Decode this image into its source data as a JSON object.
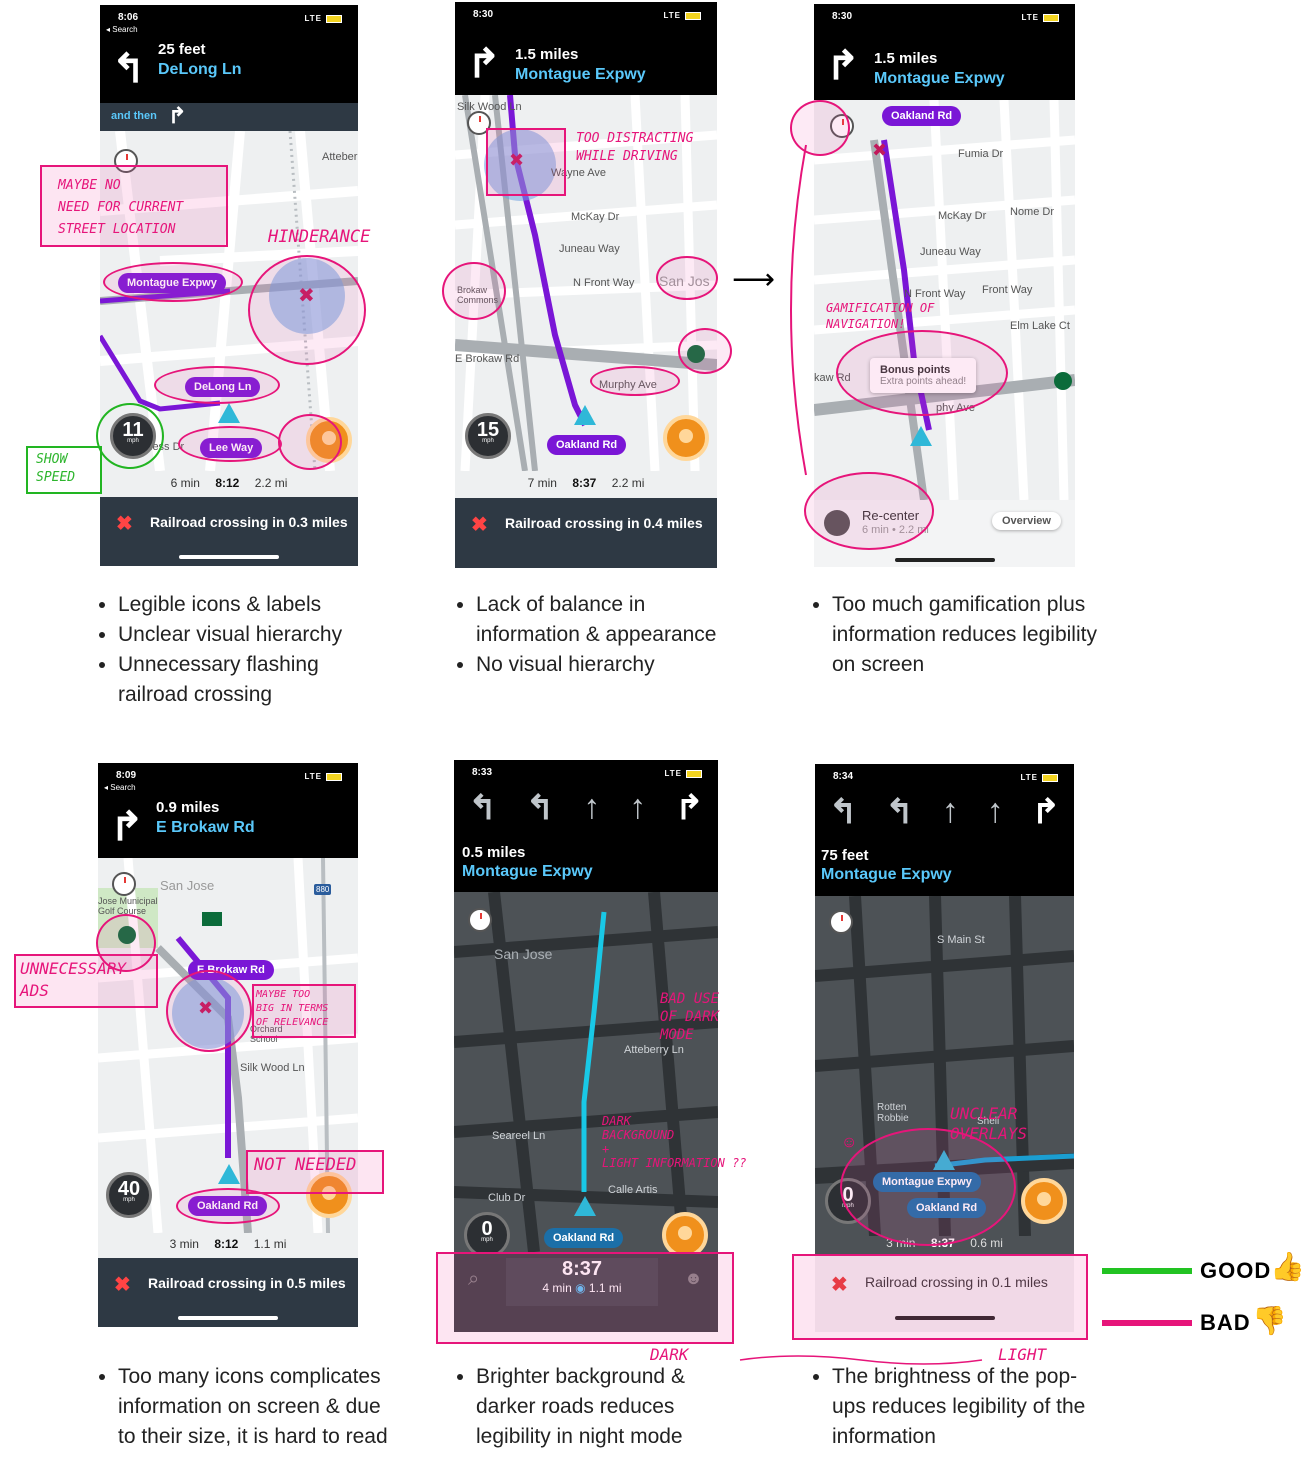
{
  "colors": {
    "good": "#22c322",
    "bad": "#e6157a",
    "route": "#7a16d6",
    "dark_route": "#19c8e6",
    "header": "#000000",
    "bar": "#2e3944"
  },
  "screens": [
    {
      "time": "8:06",
      "back": "◂ Search",
      "dist": "25 feet",
      "street": "DeLong Ln",
      "then": "and then",
      "labels": {
        "l1": "Atteber",
        "l2": "Montague Expwy",
        "l3": "DeLong Ln",
        "l4": "Lee Way",
        "l5": "less Dr"
      },
      "speed": "11",
      "unit": "mph",
      "eta": {
        "min": "6 min",
        "time": "8:12",
        "dist": "2.2 mi"
      },
      "alert": "Railroad crossing in 0.3 miles",
      "notes": {
        "a": "MAYBE NO\nNEED FOR CURRENT\nSTREET LOCATION",
        "b": "HINDERANCE",
        "c": "SHOW\nSPEED"
      },
      "caption": [
        "Legible icons & labels",
        "Unclear visual hierarchy",
        "Unnecessary flashing railroad crossing"
      ]
    },
    {
      "time": "8:30",
      "dist": "1.5 miles",
      "street": "Montague Expwy",
      "labels": {
        "l1": "Silk Wood Ln",
        "l2": "Wayne Ave",
        "l3": "McKay Dr",
        "l4": "Juneau Way",
        "l5": "N Front Way",
        "l6": "San Jos",
        "l7": "Brokaw\nCommons",
        "l8": "E Brokaw Rd",
        "l9": "Murphy Ave",
        "l10": "Oakland Rd"
      },
      "speed": "15",
      "unit": "mph",
      "eta": {
        "min": "7 min",
        "time": "8:37",
        "dist": "2.2 mi"
      },
      "alert": "Railroad crossing in 0.4 miles",
      "notes": {
        "a": "TOO DISTRACTING\nWHILE DRIVING"
      },
      "caption": [
        "Lack of balance in information & appearance",
        "No visual hierarchy"
      ]
    },
    {
      "time": "8:30",
      "dist": "1.5 miles",
      "street": "Montague Expwy",
      "labels": {
        "l1": "Oakland Rd",
        "l2": "Fumia Dr",
        "l3": "McKay Dr",
        "l4": "Nome Dr",
        "l5": "Juneau Way",
        "l6": "N Front Way",
        "l7": "Front Way",
        "l8": "Elm Lake Ct",
        "l9": "kaw Rd",
        "l10": "phy Ave"
      },
      "popup": {
        "title": "Bonus points",
        "sub": "Extra points ahead!"
      },
      "recenter": "Re-center",
      "recenter_sub": "6 min • 2.2 mi",
      "overview": "Overview",
      "notes": {
        "a": "GAMIFICATION OF\nNAVIGATION!"
      },
      "caption": [
        "Too much gamification plus information reduces legibility on screen"
      ]
    },
    {
      "time": "8:09",
      "back": "◂ Search",
      "dist": "0.9 miles",
      "street": "E Brokaw Rd",
      "labels": {
        "l1": "San Jose",
        "l2": "Jose Municipal\nGolf Course",
        "l3": "E Brokaw Rd",
        "l4": "Orchard\nSchool",
        "l5": "Silk Wood Ln",
        "l6": "Oakland Rd",
        "l7": "880"
      },
      "speed": "40",
      "unit": "mph",
      "eta": {
        "min": "3 min",
        "time": "8:12",
        "dist": "1.1 mi"
      },
      "alert": "Railroad crossing in 0.5 miles",
      "notes": {
        "a": "UNNECESSARY\nADS",
        "b": "MAYBE TOO\nBIG IN TERMS\nOF RELEVANCE",
        "c": "NOT NEEDED"
      },
      "caption": [
        "Too many icons complicates information on screen & due to their size, it is hard to read"
      ]
    },
    {
      "time": "8:33",
      "dist": "0.5 miles",
      "street": "Montague Expwy",
      "labels": {
        "l1": "San Jose",
        "l2": "Atteberry Ln",
        "l3": "Seareel Ln",
        "l4": "Club Dr",
        "l5": "Calle Artis",
        "l6": "Oakland Rd"
      },
      "speed": "0",
      "unit": "mph",
      "eta": {
        "time": "8:37",
        "min": "4 min",
        "dist": "1.1 mi"
      },
      "notes": {
        "a": "BAD USE\nOF DARK\nMODE",
        "b": "DARK\nBACKGROUND\n+\nLIGHT INFORMATION ??",
        "c": "DARK"
      },
      "caption": [
        "Brighter background & darker roads reduces legibility in night mode"
      ]
    },
    {
      "time": "8:34",
      "dist": "75 feet",
      "street": "Montague Expwy",
      "labels": {
        "l1": "S Main St",
        "l2": "Rotten\nRobbie",
        "l3": "Shell",
        "l4": "Montague Expwy",
        "l5": "Oakland Rd"
      },
      "speed": "0",
      "unit": "mph",
      "eta": {
        "min": "3 min",
        "time": "8:37",
        "dist": "0.6 mi"
      },
      "alert": "Railroad crossing in 0.1 miles",
      "notes": {
        "a": "UNCLEAR\nOVERLAYS",
        "b": "LIGHT"
      },
      "caption": [
        "The brightness of the pop-ups reduces legibility of the information"
      ]
    }
  ],
  "legend": {
    "good": "GOOD",
    "bad": "BAD",
    "good_icon": "thumbs-up-icon",
    "bad_icon": "thumbs-down-icon"
  }
}
